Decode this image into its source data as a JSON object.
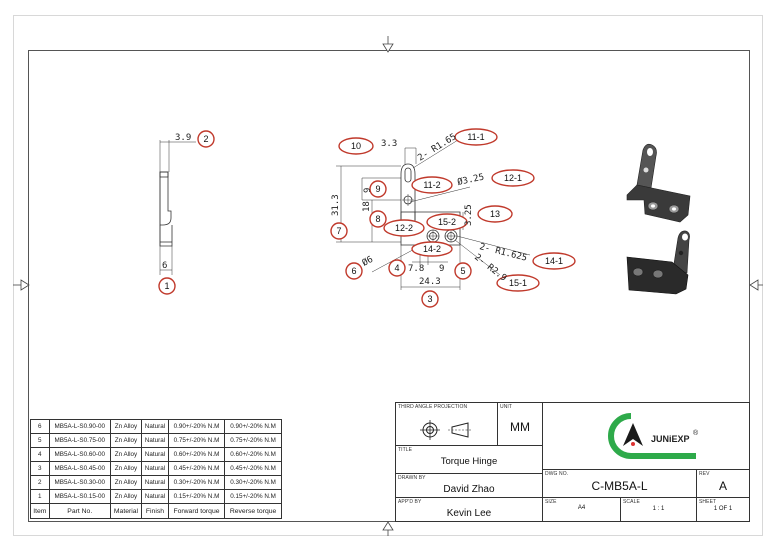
{
  "drawing": {
    "side_view": {
      "dims": [
        "3.9",
        "6"
      ],
      "balloons": [
        "1",
        "2"
      ]
    },
    "front_view": {
      "dims": [
        "3.3",
        "2- R1.65",
        "Ø3.25",
        "31.3",
        "9",
        "18",
        "3.25",
        "Ø6",
        "7.8",
        "9",
        "24.3",
        "2- R1.625",
        "2- R2.9"
      ],
      "balloons": [
        "10",
        "11-1",
        "11-2",
        "12-1",
        "9",
        "8",
        "13",
        "7",
        "12-2",
        "15-2",
        "14-2",
        "14-1",
        "6",
        "4",
        "5",
        "3",
        "15-1"
      ]
    },
    "iso_views": [
      "hinge-isometric-top",
      "hinge-isometric-bottom"
    ],
    "balloon_color": "#c0392b"
  },
  "bom": {
    "headers": [
      "Item",
      "Part No.",
      "Material",
      "Finish",
      "Forward torque",
      "Reverse torque"
    ],
    "rows": [
      [
        "6",
        "MB5A-L-S0.90-00",
        "Zn Alloy",
        "Natural",
        "0.90+/-20% N.M",
        "0.90+/-20% N.M"
      ],
      [
        "5",
        "MB5A-L-S0.75-00",
        "Zn Alloy",
        "Natural",
        "0.75+/-20% N.M",
        "0.75+/-20% N.M"
      ],
      [
        "4",
        "MB5A-L-S0.60-00",
        "Zn Alloy",
        "Natural",
        "0.60+/-20% N.M",
        "0.60+/-20% N.M"
      ],
      [
        "3",
        "MB5A-L-S0.45-00",
        "Zn Alloy",
        "Natural",
        "0.45+/-20% N.M",
        "0.45+/-20% N.M"
      ],
      [
        "2",
        "MB5A-L-S0.30-00",
        "Zn Alloy",
        "Natural",
        "0.30+/-20% N.M",
        "0.30+/-20% N.M"
      ],
      [
        "1",
        "MB5A-L-S0.15-00",
        "Zn Alloy",
        "Natural",
        "0.15+/-20% N.M",
        "0.15+/-20% N.M"
      ]
    ]
  },
  "title_block": {
    "projection_label": "THIRD ANGLE PROJECTION",
    "unit_label": "UNIT",
    "unit": "MM",
    "title_label": "TITLE",
    "title": "Torque Hinge",
    "drawn_by_label": "DRAWN BY",
    "drawn_by": "David Zhao",
    "appd_by_label": "APP'D BY",
    "appd_by": "Kevin Lee",
    "logo_text": "JUNiEXP",
    "logo_mark": "®",
    "logo_color": "#2eaa4a",
    "dwg_no_label": "DWG NO.",
    "dwg_no": "C-MB5A-L",
    "rev_label": "REV",
    "rev": "A",
    "size_label": "SIZE",
    "size": "A4",
    "scale_label": "SCALE",
    "scale": "1 : 1",
    "sheet_label": "SHEET",
    "sheet": "1 OF 1"
  }
}
